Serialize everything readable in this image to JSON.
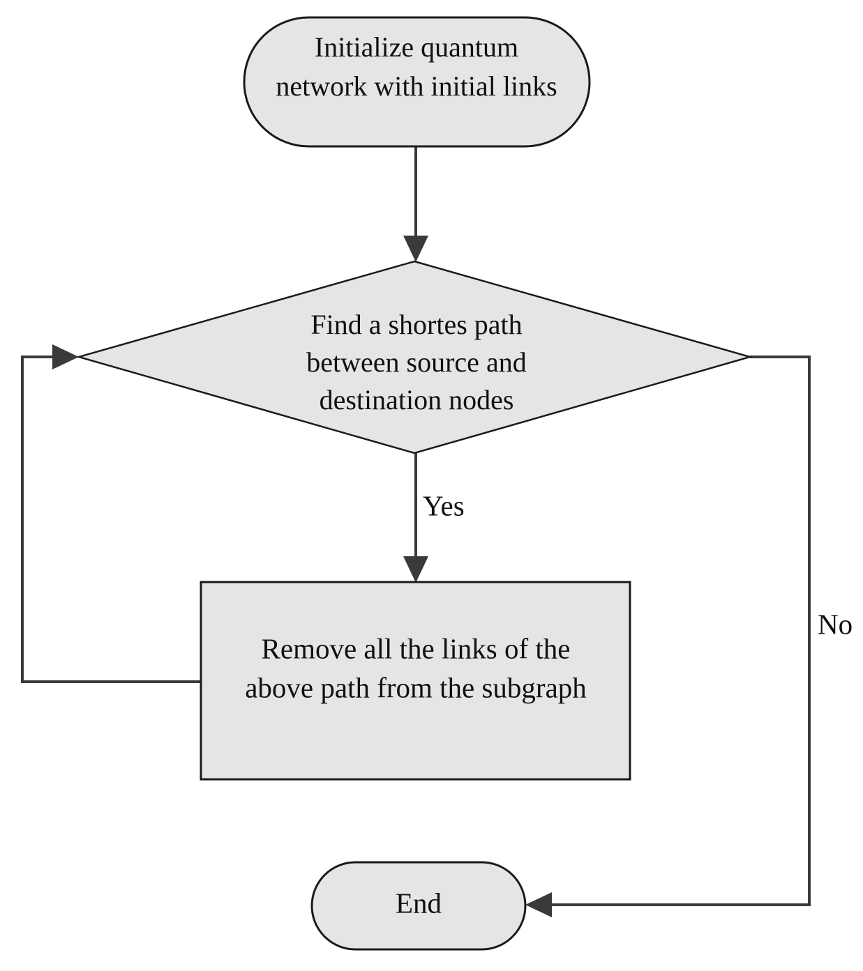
{
  "diagram": {
    "type": "flowchart",
    "title": "Quantum network shortest path removal flowchart",
    "colors": {
      "node_fill": "#e5e5e5",
      "node_stroke": "#1a1a1a",
      "connector": "#3a3a3a",
      "text": "#111111",
      "background": "#ffffff"
    },
    "nodes": [
      {
        "id": "start",
        "shape": "stadium",
        "lines": [
          "Initialize quantum",
          "network with initial links"
        ]
      },
      {
        "id": "decision",
        "shape": "diamond",
        "lines": [
          "Find a shortes path",
          "between source and",
          "destination nodes"
        ]
      },
      {
        "id": "process",
        "shape": "rectangle",
        "lines": [
          "Remove all the links of the",
          "above path from the subgraph"
        ]
      },
      {
        "id": "end",
        "shape": "stadium",
        "lines": [
          "End"
        ]
      }
    ],
    "edges": [
      {
        "id": "start-to-decision",
        "from": "start",
        "to": "decision",
        "label": ""
      },
      {
        "id": "decision-yes-to-process",
        "from": "decision",
        "to": "process",
        "label": "Yes"
      },
      {
        "id": "decision-no-to-end",
        "from": "decision",
        "to": "end",
        "label": "No"
      },
      {
        "id": "process-loop-back-to-decision",
        "from": "process",
        "to": "decision",
        "label": ""
      }
    ],
    "labels": {
      "yes": "Yes",
      "no": "No"
    }
  }
}
